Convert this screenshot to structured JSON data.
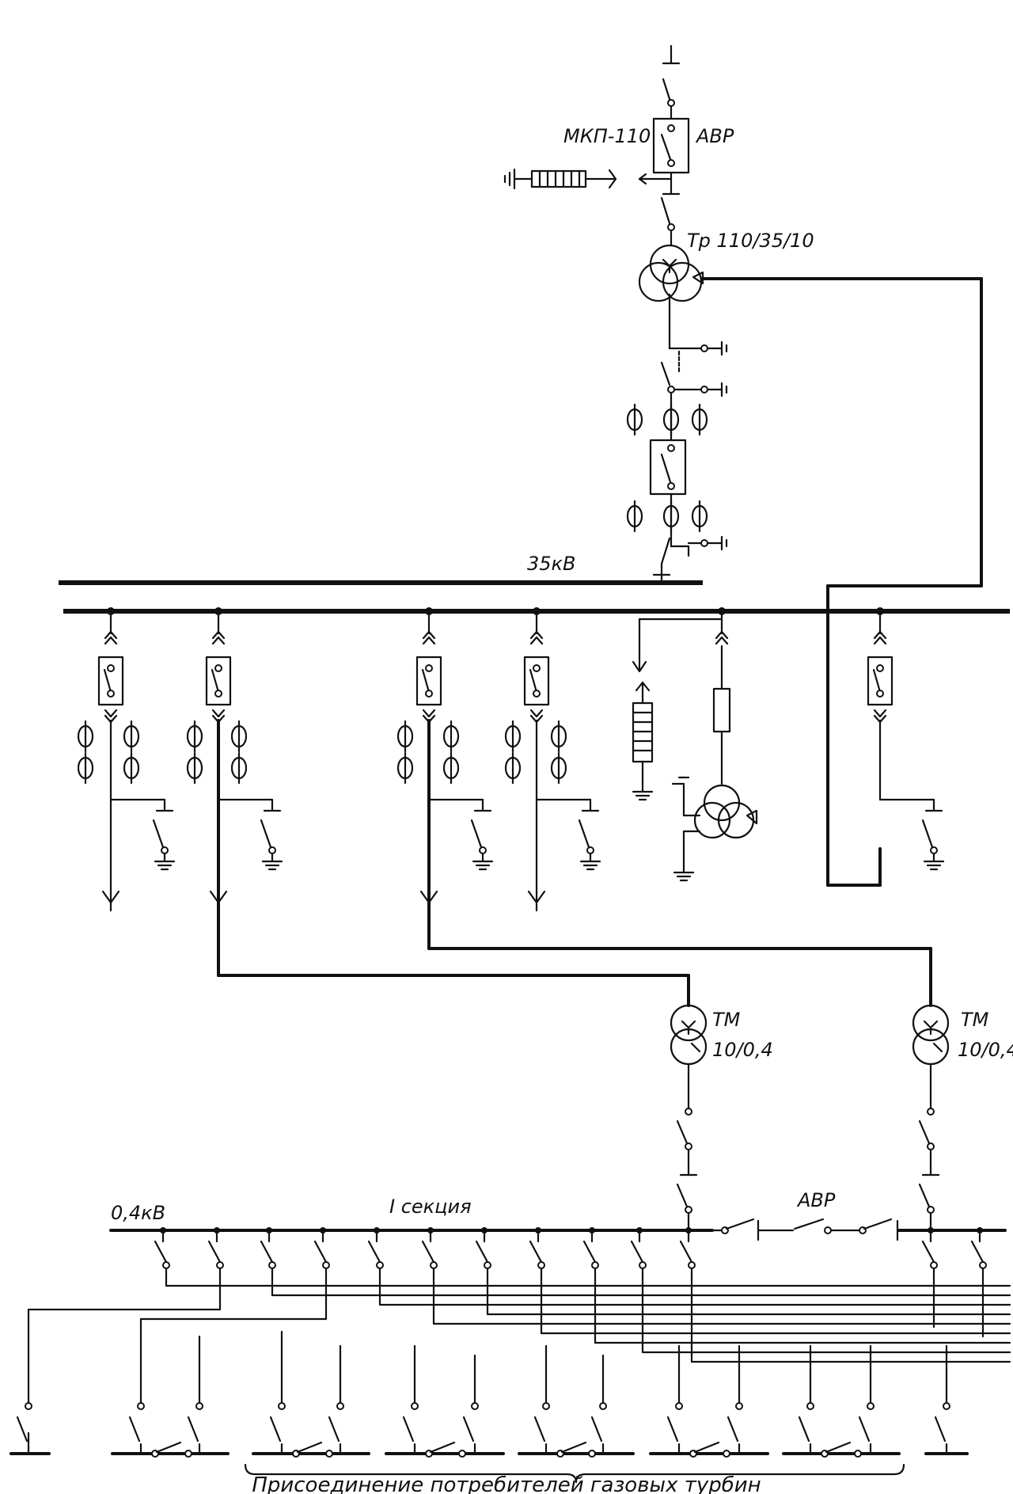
{
  "labels": {
    "breaker_110": "МКП-110",
    "avr_top": "АВР",
    "transformer_main": "Тр 110/35/10",
    "bus_35": "35кВ",
    "tm_left_type": "ТМ",
    "tm_left_ratio": "10/0,4",
    "tm_right_type": "ТМ",
    "tm_right_ratio": "10/0,4",
    "bus_04": "0,4кВ",
    "section_1": "I секция",
    "avr_bottom": "АВР",
    "caption": "Присоединение потребителей газовых турбин"
  },
  "icons": {
    "transformer_3w": "three-winding-transformer-icon",
    "transformer_2w": "two-winding-transformer-icon",
    "breaker": "circuit-breaker-icon",
    "disconnector": "disconnector-icon",
    "ground": "ground-icon",
    "arrester": "surge-arrester-icon",
    "fuse": "fuse-icon",
    "ct": "current-transformer-icon"
  }
}
